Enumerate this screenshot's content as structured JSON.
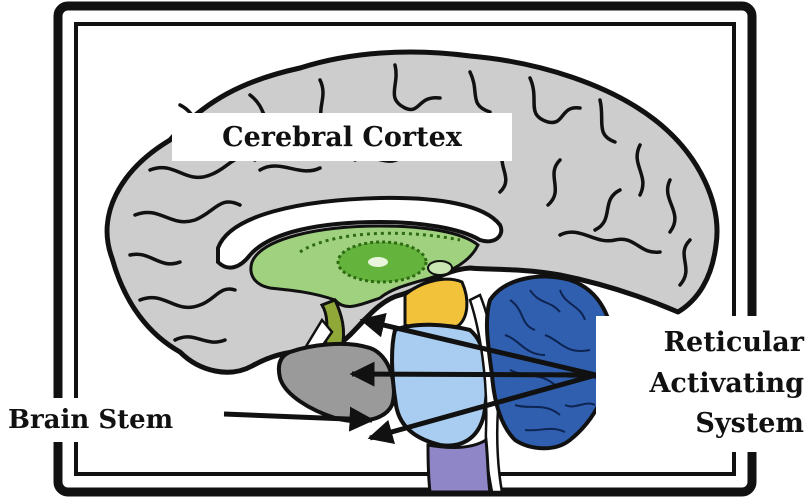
{
  "labels": {
    "cerebral_cortex": "Cerebral Cortex",
    "brain_stem": "Brain Stem",
    "ras_line1": "Reticular",
    "ras_line2": "Activating",
    "ras_line3": "System"
  },
  "colors": {
    "frame": "#111111",
    "cortex": "#cdcdcd",
    "limbic": "#9fd17f",
    "thalamus": "#63b33c",
    "midbrain": "#f2c23a",
    "pons": "#a9cdf0",
    "medulla": "#8f86c8",
    "cerebellum": "#2f5fae",
    "temporal_stem": "#9a9a9a",
    "arrow": "#111111"
  }
}
